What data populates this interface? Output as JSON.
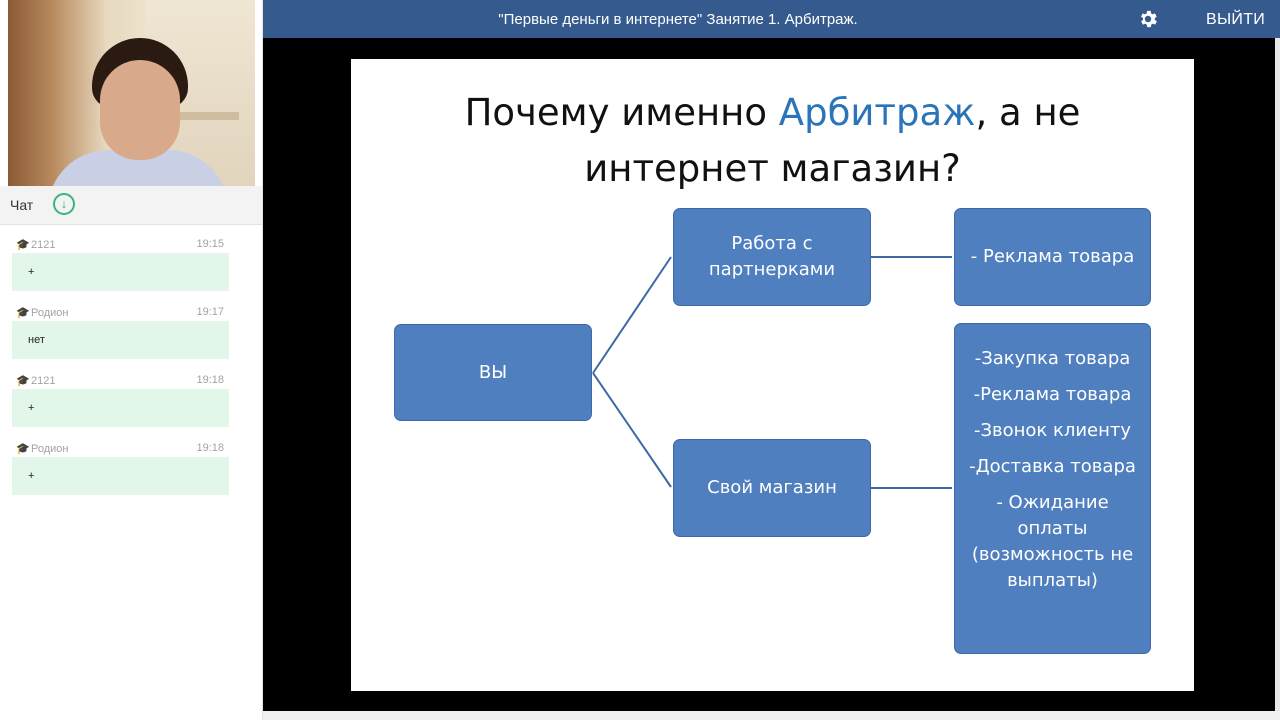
{
  "top_bar": {
    "title": "\"Первые деньги в интернете\" Занятие 1. Арбитраж.",
    "settings_icon": "gear-icon",
    "exit_label": "ВЫЙТИ"
  },
  "chat": {
    "title": "Чат",
    "download_icon": "download-circle-icon",
    "messages": [
      {
        "author": "2121",
        "time": "19:15",
        "text": "+"
      },
      {
        "author": "Родион",
        "time": "19:17",
        "text": "нет"
      },
      {
        "author": "2121",
        "time": "19:18",
        "text": "+"
      },
      {
        "author": "Родион",
        "time": "19:18",
        "text": "+"
      }
    ]
  },
  "slide": {
    "title_part1": "Почему именно ",
    "title_accent": "Арбитраж",
    "title_part2": ", а не",
    "title_line2": "интернет магазин?",
    "you_box": "ВЫ",
    "partner_box": "Работа с партнерками",
    "partner_tasks": "- Реклама товара",
    "store_box": "Свой магазин",
    "store_tasks": [
      "-Закупка товара",
      "-Реклама товара",
      "-Звонок клиенту",
      "-Доставка товара",
      "- Ожидание оплаты (возможность не выплаты)"
    ]
  },
  "colors": {
    "top_bar": "#355a8e",
    "box_fill": "#4f7fbf",
    "title_accent": "#2b74b8",
    "chat_bubble": "#e2f6ea"
  }
}
